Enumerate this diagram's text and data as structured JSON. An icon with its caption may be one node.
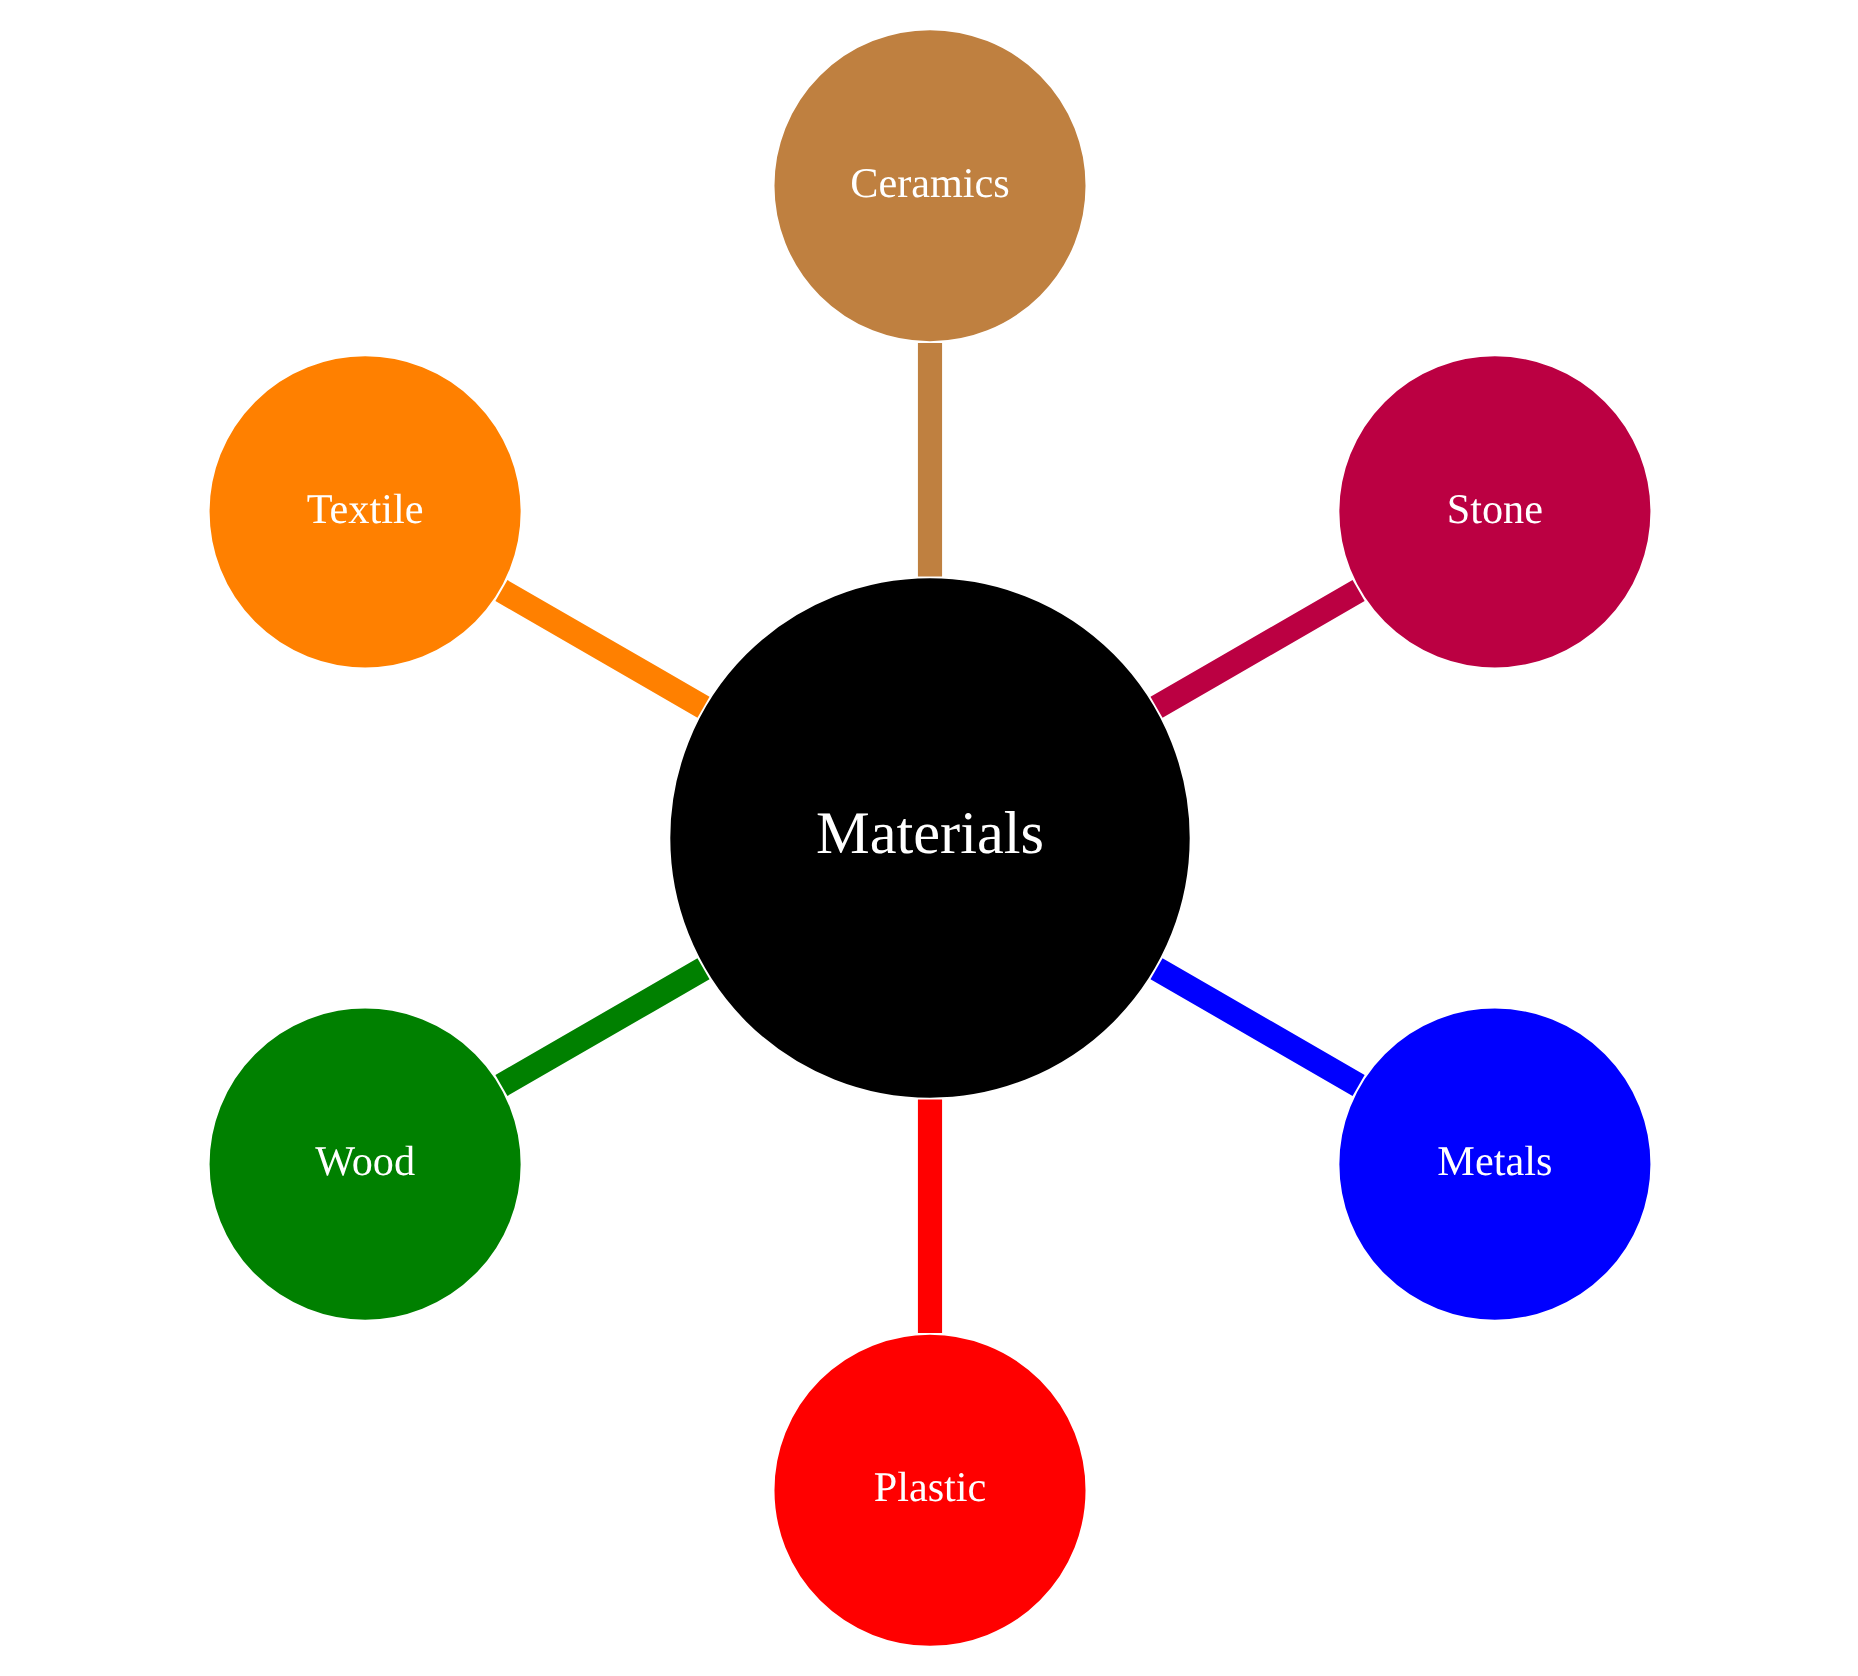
{
  "diagram": {
    "nodes": [
      {
        "text": [
          "Stone"
        ]
      },
      {
        "text": [
          "Ceramics"
        ]
      },
      {
        "text": [
          "Textile"
        ]
      },
      {
        "text": [
          "Materials"
        ]
      },
      {
        "text": [
          "Wood"
        ]
      },
      {
        "text": [
          "Plastic"
        ]
      },
      {
        "text": [
          "Metals"
        ]
      }
    ],
    "edges": [
      {
        "from": 3,
        "to": 0,
        "arrow": "none",
        "color": "#bb0042"
      },
      {
        "from": 3,
        "to": 1,
        "arrow": "none",
        "color": "#bf8040"
      },
      {
        "from": 3,
        "to": 2,
        "arrow": "none",
        "color": "#ff8000"
      },
      {
        "from": 3,
        "to": 4,
        "arrow": "none",
        "color": "#008000"
      },
      {
        "from": 3,
        "to": 5,
        "arrow": "none",
        "color": "#ff0000"
      },
      {
        "from": 3,
        "to": 6,
        "arrow": "none",
        "color": "#0000ff"
      }
    ]
  }
}
